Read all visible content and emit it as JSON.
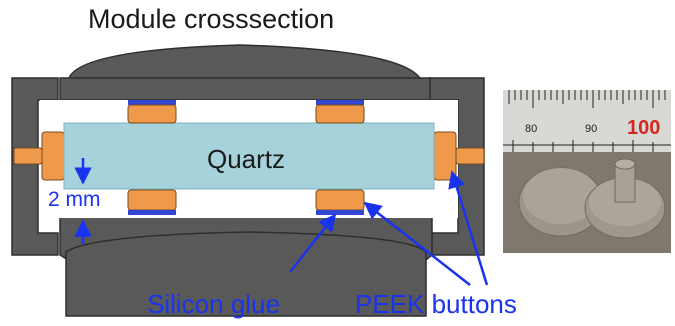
{
  "title": "Module crosssection",
  "labels": {
    "quartz": "Quartz",
    "gap": "2 mm",
    "silicon_glue": "Silicon glue",
    "peek_buttons": "PEEK buttons"
  },
  "photo": {
    "ruler_ticks": [
      "80",
      "90",
      "100"
    ]
  },
  "colors": {
    "housing": "#595959",
    "housing_stroke": "#2e2e2e",
    "quartz": "#a6d2dc",
    "peek_button": "#ef9a4a",
    "silicon_glue": "#3346d4",
    "annotation": "#1a33ee",
    "ruler_red": "#d2281e"
  },
  "icons": [
    "arrow-icon"
  ]
}
